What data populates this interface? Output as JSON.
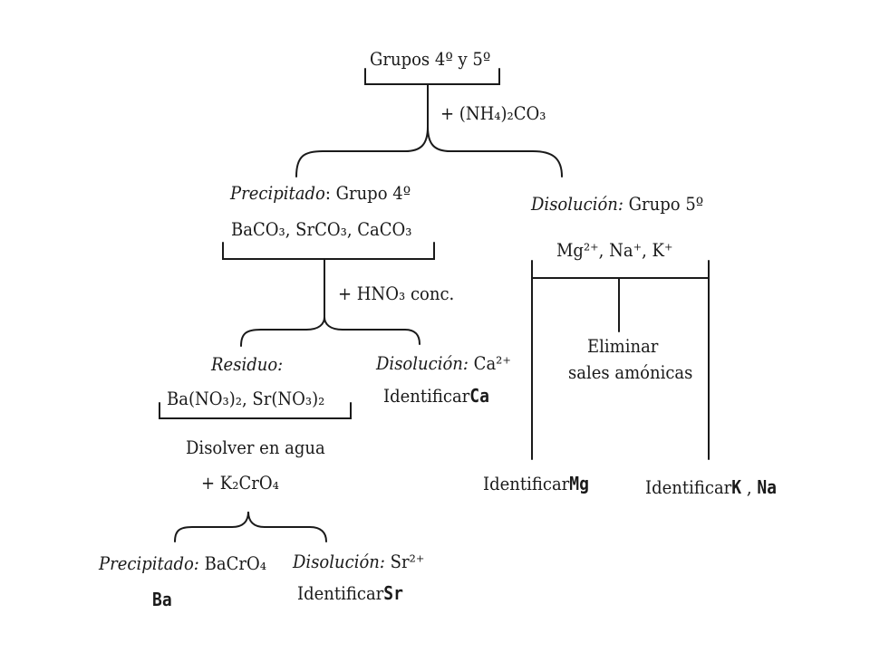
{
  "root": {
    "label": "Grupos 4º y 5º"
  },
  "step1": {
    "reagent": "+ (NH₄)₂CO₃"
  },
  "precip_g4": {
    "title_italic": "Precipitado",
    "title_rest": ": Grupo 4º",
    "formula": "BaCO₃, SrCO₃, CaCO₃"
  },
  "disol_g5": {
    "title_italic": "Disolución:",
    "title_rest": " Grupo 5º",
    "ions": "Mg²⁺, Na⁺, K⁺"
  },
  "step2": {
    "reagent": "+ HNO₃ conc."
  },
  "residuo": {
    "title": "Residuo:",
    "formula": "Ba(NO₃)₂, Sr(NO₃)₂"
  },
  "disol_ca": {
    "title": "Disolución:",
    "ion": "Ca²⁺",
    "identify": "Identificar",
    "element": "Ca"
  },
  "eliminar": {
    "line1": "Eliminar",
    "line2": "sales amónicas"
  },
  "identify_mg": {
    "text": "Identificar",
    "element": "Mg"
  },
  "identify_kna": {
    "text": "Identificar",
    "element1": "K",
    "sep": ",",
    "element2": "Na"
  },
  "disolver": {
    "line1": "Disolver en agua",
    "line2": "+ K₂CrO₄"
  },
  "precip_ba": {
    "title": "Precipitado:",
    "formula": "BaCrO₄",
    "element": "Ba"
  },
  "disol_sr": {
    "title": "Disolución:",
    "ion": "Sr²⁺",
    "identify": "Identificar",
    "element": "Sr"
  }
}
